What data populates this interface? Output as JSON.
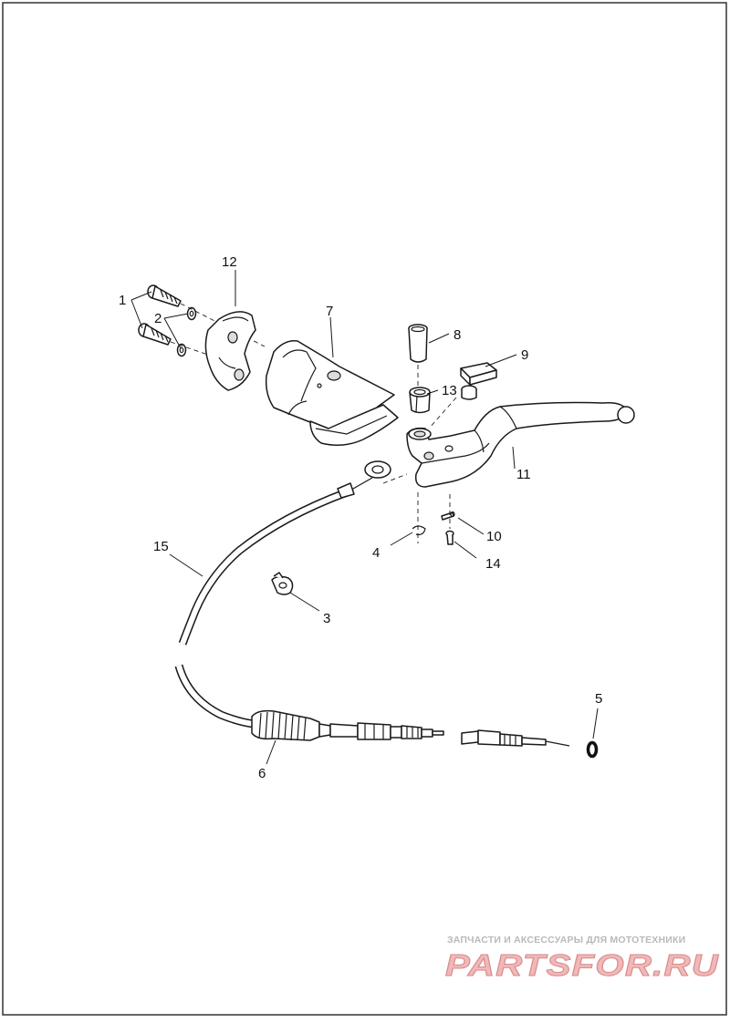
{
  "diagram": {
    "callouts": [
      {
        "id": "c1",
        "label": "1"
      },
      {
        "id": "c2",
        "label": "2"
      },
      {
        "id": "c3",
        "label": "3"
      },
      {
        "id": "c4",
        "label": "4"
      },
      {
        "id": "c5",
        "label": "5"
      },
      {
        "id": "c6",
        "label": "6"
      },
      {
        "id": "c7",
        "label": "7"
      },
      {
        "id": "c8",
        "label": "8"
      },
      {
        "id": "c9",
        "label": "9"
      },
      {
        "id": "c10",
        "label": "10"
      },
      {
        "id": "c11",
        "label": "11"
      },
      {
        "id": "c12",
        "label": "12"
      },
      {
        "id": "c13",
        "label": "13"
      },
      {
        "id": "c14",
        "label": "14"
      },
      {
        "id": "c15",
        "label": "15"
      }
    ]
  },
  "watermark": {
    "tagline": "ЗАПЧАСТИ И АКСЕССУАРЫ ДЛЯ МОТОТЕХНИКИ",
    "brand": "PARTSFOR.RU"
  },
  "colors": {
    "line": "#1a1a1a",
    "border": "#333333",
    "watermark_text": "#b9b9b9",
    "watermark_brand": "#f0b8b8"
  }
}
